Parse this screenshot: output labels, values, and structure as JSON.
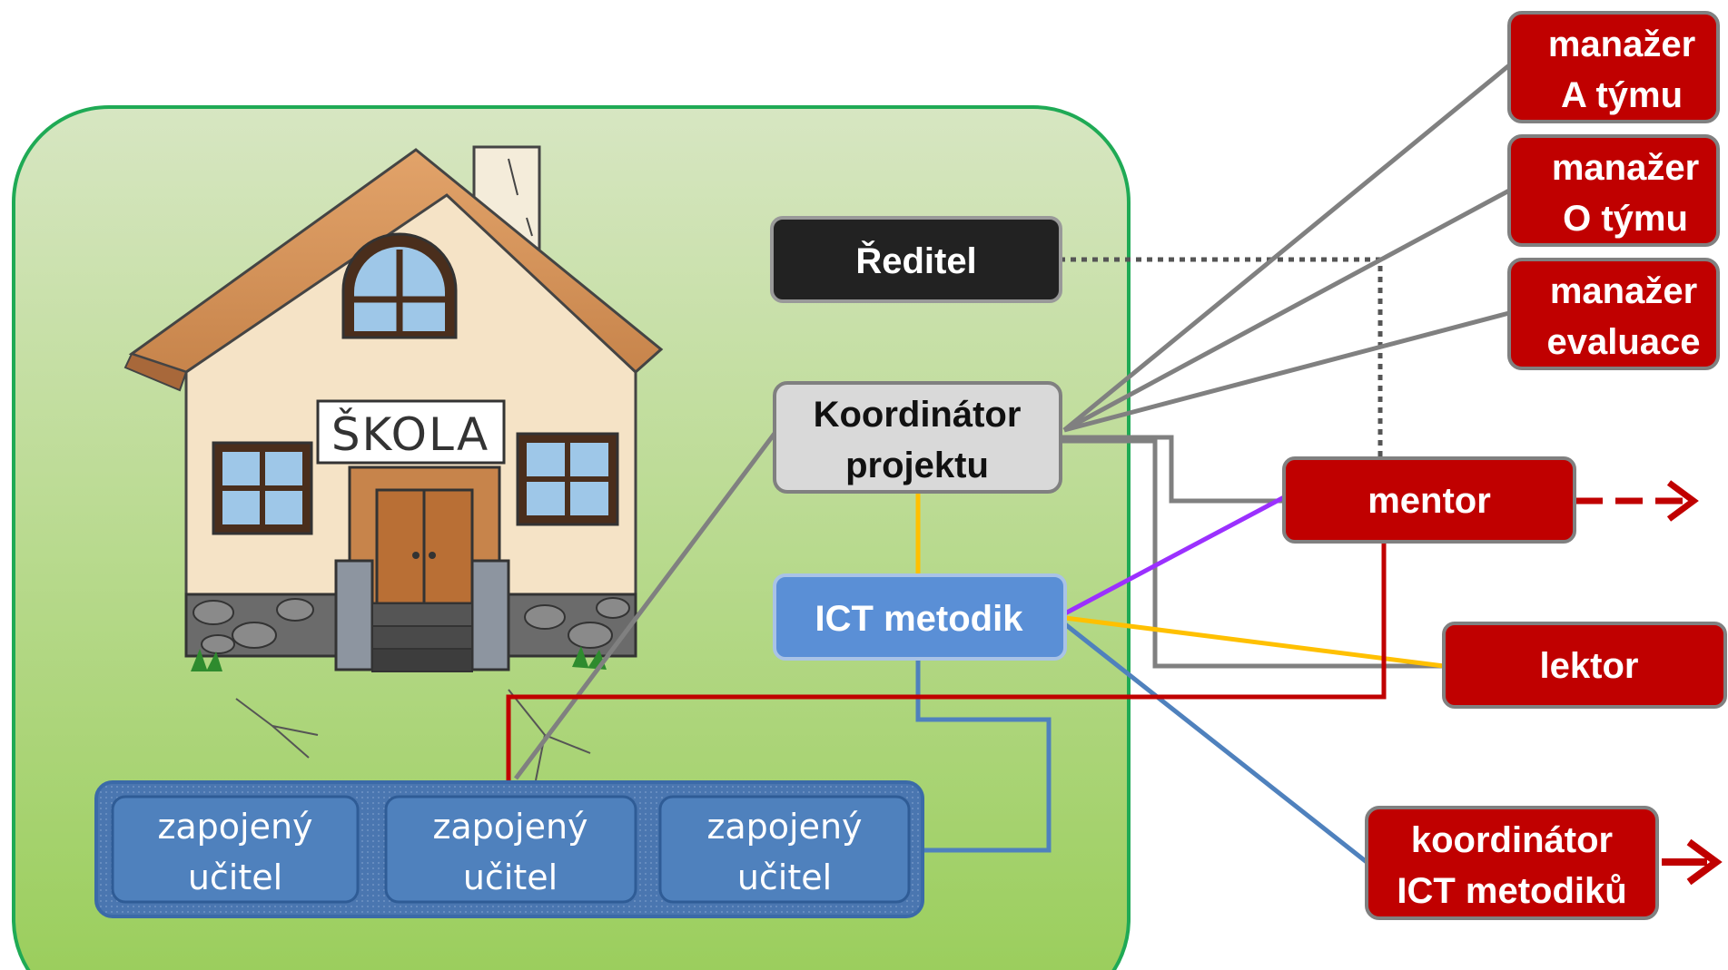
{
  "school_sign": "ŠKOLA",
  "boxes": {
    "reditel": "Ředitel",
    "koordinator_line1": "Koordinátor",
    "koordinator_line2": "projektu",
    "ict_metodik": "ICT metodik",
    "manazer_a_line1": "manažer",
    "manazer_a_line2": "A týmu",
    "manazer_o_line1": "manažer",
    "manazer_o_line2": "O týmu",
    "manazer_e_line1": "manažer",
    "manazer_e_line2": "evaluace",
    "mentor": "mentor",
    "lektor": "lektor",
    "koord_ict_line1": "koordinátor",
    "koord_ict_line2": "ICT metodiků"
  },
  "teachers": [
    {
      "line1": "zapojený",
      "line2": "učitel"
    },
    {
      "line1": "zapojený",
      "line2": "učitel"
    },
    {
      "line1": "zapojený",
      "line2": "učitel"
    }
  ],
  "colors": {
    "school_bg_top": "#d6e5bf",
    "school_bg_bottom": "#9ccf5c",
    "school_border": "#1faa55",
    "dark_red": "#c00000",
    "director_fill": "#222222",
    "coordinator_fill": "#d9d9d9",
    "ict_blue": "#5a8fd6",
    "teacher_blue": "#4f81bd",
    "gray_line": "#808080",
    "yellow_line": "#ffc000",
    "purple_line": "#9b30ff",
    "blue_line": "#4f81bd"
  }
}
